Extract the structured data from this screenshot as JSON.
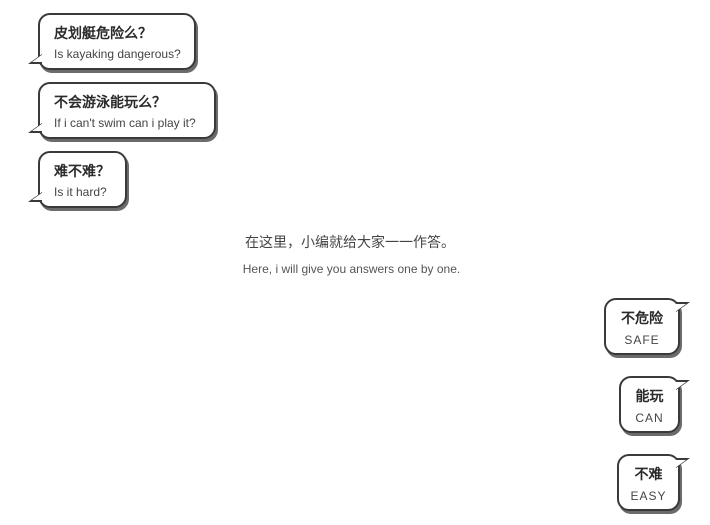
{
  "questions": [
    {
      "zh": "皮划艇危险么？",
      "en": "Is kayaking dangerous?"
    },
    {
      "zh": "不会游泳能玩么？",
      "en": " If i can't swim can i play it?"
    },
    {
      "zh": "难不难？",
      "en": "Is it hard?"
    }
  ],
  "intro": {
    "zh": "在这里，小编就给大家一一作答。",
    "en": "Here, i will give you answers one by one."
  },
  "answers": [
    {
      "zh": "不危险",
      "en": "SAFE"
    },
    {
      "zh": "能玩",
      "en": "CAN"
    },
    {
      "zh": "不难",
      "en": "EASY"
    }
  ]
}
